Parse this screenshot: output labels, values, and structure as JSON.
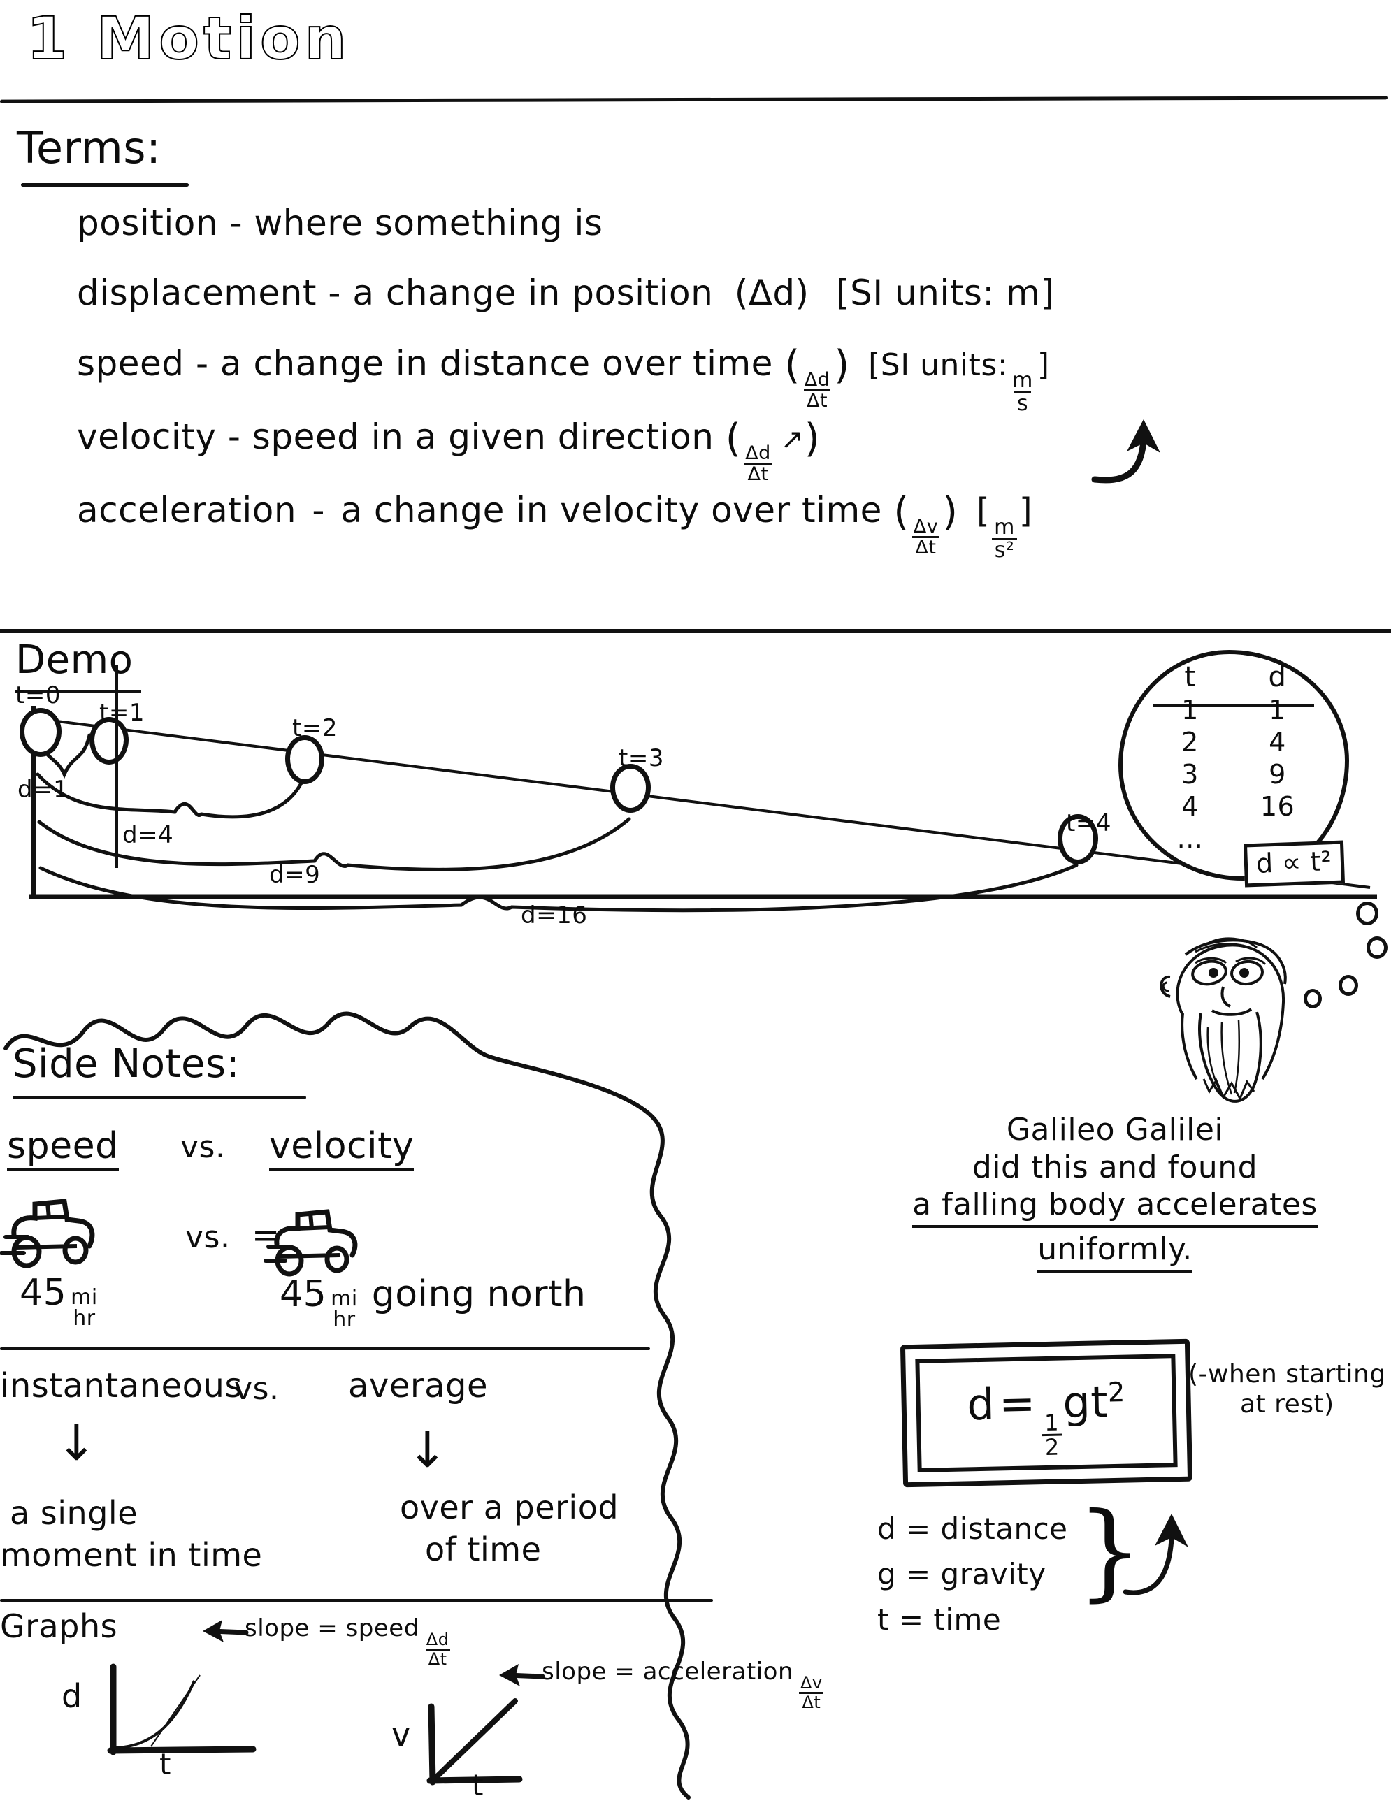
{
  "page": {
    "title": "1 Motion"
  },
  "terms": {
    "heading": "Terms:",
    "items": [
      {
        "word": "position",
        "dash": "-",
        "def": "where something is",
        "formula": "",
        "units": ""
      },
      {
        "word": "displacement",
        "dash": "-",
        "def": "a change in position",
        "formula": "(Δd)",
        "units": "[SI units: m]"
      },
      {
        "word": "speed",
        "dash": "-",
        "def": "a change in distance over time",
        "formula_num": "Δd",
        "formula_den": "Δt",
        "units_pre": "[SI units:",
        "units_num": "m",
        "units_den": "s",
        "units_post": "]"
      },
      {
        "word": "velocity",
        "dash": "-",
        "def": "speed in a given direction",
        "formula_num": "Δd",
        "formula_den": "Δt",
        "arrow": "↗"
      },
      {
        "word": "acceleration",
        "dash": "-",
        "def": "a change in velocity over time",
        "formula_num": "Δv",
        "formula_den": "Δt",
        "units_pre": "[",
        "units_num": "m",
        "units_den": "s²",
        "units_post": "]"
      }
    ]
  },
  "demo": {
    "label": "Demo",
    "time_labels": [
      "t=0",
      "t=1",
      "t=2",
      "t=3",
      "t=4"
    ],
    "distance_labels": [
      "d=1",
      "d=4",
      "d=9",
      "d=16"
    ],
    "bubble": {
      "header_t": "t",
      "header_d": "d",
      "rows": [
        {
          "t": "1",
          "d": "1"
        },
        {
          "t": "2",
          "d": "4"
        },
        {
          "t": "3",
          "d": "9"
        },
        {
          "t": "4",
          "d": "16"
        },
        {
          "t": "...",
          "d": "..."
        }
      ],
      "conclusion": "d ∝ t²"
    }
  },
  "side_notes": {
    "heading": "Side Notes:",
    "row1": {
      "left_label": "speed",
      "vs": "vs.",
      "right_label": "velocity",
      "left_value": "45 mi/hr",
      "left_value_num": "45",
      "left_value_unit_num": "mi",
      "left_value_unit_den": "hr",
      "right_value_num": "45",
      "right_value_unit_num": "mi",
      "right_value_unit_den": "hr",
      "right_value_suffix": "going north",
      "vs_mid": "vs.",
      "equals": "="
    },
    "row2": {
      "left_label": "instantaneous",
      "vs": "vs.",
      "right_label": "average",
      "arrow": "↓",
      "left_detail_line1": "a single",
      "left_detail_line2": "moment in time",
      "right_detail_line1": "over a period",
      "right_detail_line2": "of time"
    },
    "row3": {
      "heading": "Graphs",
      "graph1": {
        "ylabel": "d",
        "xlabel": "t",
        "annotation": "slope = speed",
        "ann_num": "Δd",
        "ann_den": "Δt"
      },
      "graph2": {
        "ylabel": "v",
        "xlabel": "t",
        "annotation": "slope = acceleration",
        "ann_num": "Δv",
        "ann_den": "Δt"
      }
    }
  },
  "galileo": {
    "name": "Galileo Galilei",
    "line1": "did this and found",
    "line2": "a falling body accelerates",
    "line3": "uniformly.",
    "formula": {
      "d": "d",
      "eq": "=",
      "half_num": "1",
      "half_den": "2",
      "g": "g",
      "t": "t",
      "exp": "2"
    },
    "note_line1": "(-when starting",
    "note_line2": "at rest)",
    "legend": [
      "d = distance",
      "g = gravity",
      "t = time"
    ]
  },
  "colors": {
    "ink": "#0c0c0c",
    "paper": "#ffffff"
  }
}
